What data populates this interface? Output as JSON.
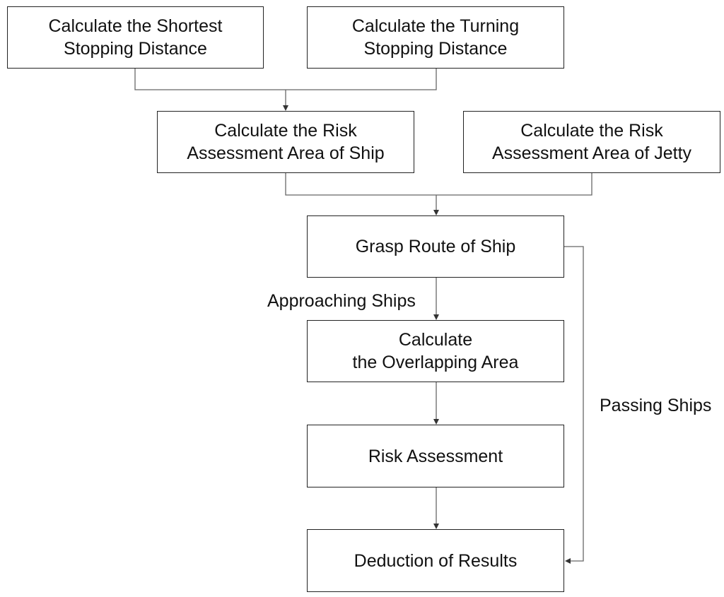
{
  "nodes": {
    "shortest": [
      "Calculate the Shortest",
      "Stopping Distance"
    ],
    "turning": [
      "Calculate the Turning",
      "Stopping Distance"
    ],
    "risk_ship": [
      "Calculate the Risk",
      "Assessment Area of Ship"
    ],
    "risk_jetty": [
      "Calculate the Risk",
      "Assessment Area of Jetty"
    ],
    "grasp": [
      "Grasp Route of Ship"
    ],
    "overlap": [
      "Calculate",
      "the Overlapping Area"
    ],
    "risk_assessment": [
      "Risk Assessment"
    ],
    "deduction": [
      "Deduction of Results"
    ]
  },
  "edge_labels": {
    "approaching": "Approaching Ships",
    "passing": "Passing Ships"
  }
}
